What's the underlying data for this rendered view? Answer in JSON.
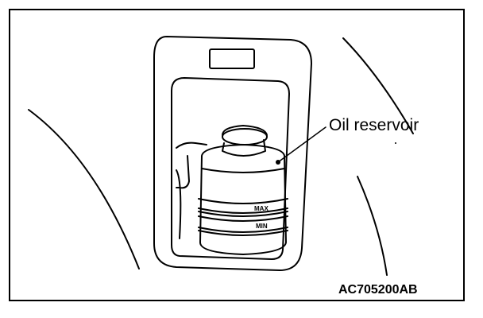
{
  "callout_label": "Oil reservoir",
  "figure_code": "AC705200AB",
  "level_marks": {
    "max": "MAX",
    "min": "MIN"
  }
}
